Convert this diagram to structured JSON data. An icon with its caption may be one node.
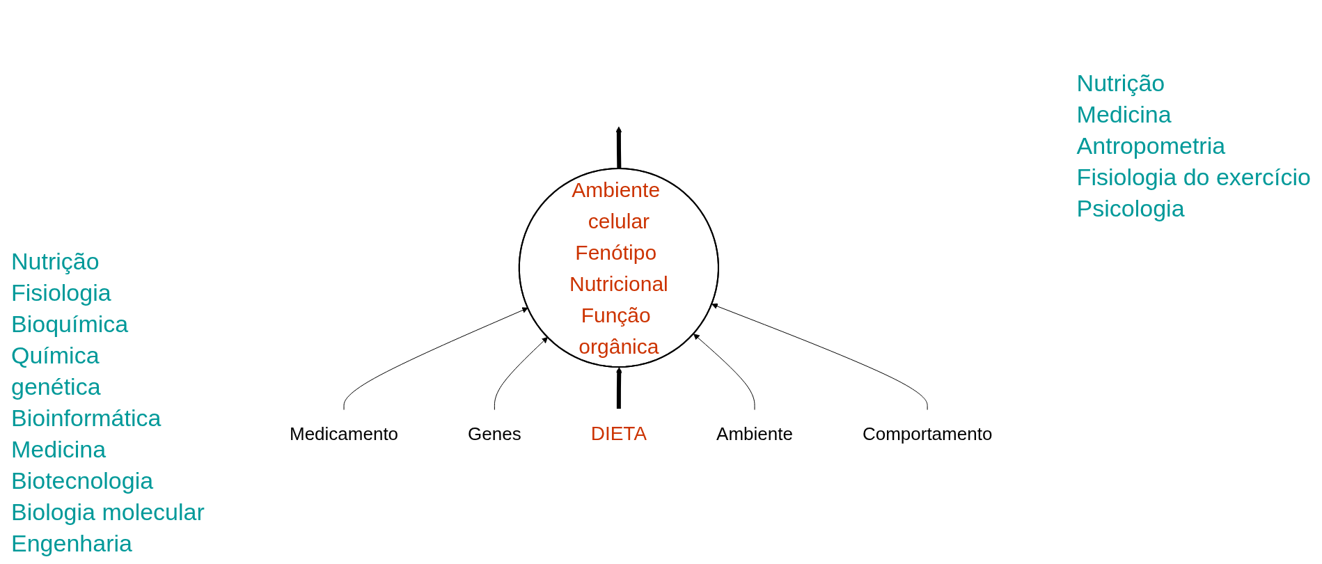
{
  "diagram": {
    "nodes": [
      {
        "text": [
          "Ambiente celular",
          "Fenótipo Nutricional",
          "Função orgânica"
        ]
      },
      {
        "text": [
          "Medicamento"
        ]
      },
      {
        "text": [
          "Genes"
        ]
      },
      {
        "text": [
          "DIETA"
        ]
      },
      {
        "text": [
          "Ambiente"
        ]
      },
      {
        "text": [
          "Comportamento"
        ]
      }
    ],
    "edges": [
      {
        "from": 0,
        "to": null,
        "arrow": "to",
        "style": "thick"
      },
      {
        "from": 1,
        "to": 0,
        "arrow": "to"
      },
      {
        "from": 2,
        "to": 0,
        "arrow": "to"
      },
      {
        "from": 3,
        "to": 0,
        "arrow": "to",
        "style": "thick"
      },
      {
        "from": 4,
        "to": 0,
        "arrow": "to"
      },
      {
        "from": 5,
        "to": 0,
        "arrow": "to"
      }
    ],
    "labels": [
      "Nutrição",
      "Medicina",
      "Antropometria",
      "Fisiologia do exercício",
      "Psicologia",
      "Nutrição",
      "Fisiologia",
      "Bioquímica",
      "Química",
      "genética",
      "Bioinformática",
      "Medicina",
      "Biotecnologia",
      "Biologia molecular",
      "Engenharia"
    ]
  }
}
